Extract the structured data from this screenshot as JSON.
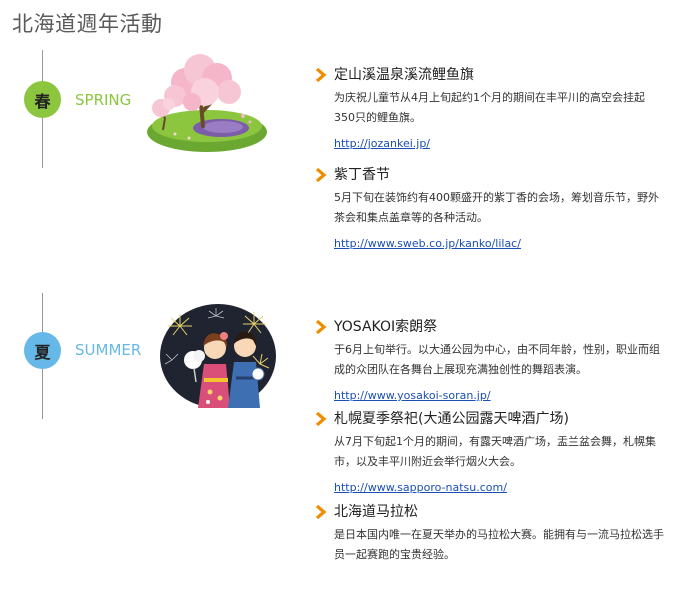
{
  "page": {
    "title": "北海道週年活動"
  },
  "spring": {
    "badge": "春",
    "label": "SPRING",
    "color": "#8cc63f",
    "illustration": "cherry-blossom-tree-illustration",
    "events": [
      {
        "title": "定山溪温泉溪流鲤鱼旗",
        "desc": "为庆祝儿童节从4月上旬起约1个月的期间在丰平川的高空会挂起350只的鲤鱼旗。",
        "link": "http://jozankei.jp/"
      },
      {
        "title": "紫丁香节",
        "desc": "5月下旬在装饰约有400颗盛开的紫丁香的会场，筹划音乐节，野外茶会和集点盖章等的各种活动。",
        "link": "http://www.sweb.co.jp/kanko/lilac/"
      }
    ]
  },
  "summer": {
    "badge": "夏",
    "label": "SUMMER",
    "color": "#66b8e8",
    "illustration": "yukata-couple-fireworks-illustration",
    "events": [
      {
        "title": "YOSAKOI索朗祭",
        "desc": "于6月上旬举行。以大通公园为中心，由不同年龄，性别，职业而组成的众团队在各舞台上展现充满独创性的舞蹈表演。",
        "link": "http://www.yosakoi-soran.jp/"
      },
      {
        "title": "札幌夏季祭祀(大通公园露天啤酒广场)",
        "desc": "从7月下旬起1个月的期间，有露天啤酒广场，盂兰盆会舞，札幌集市，以及丰平川附近会举行烟火大会。",
        "link": "http://www.sapporo-natsu.com/"
      },
      {
        "title": "北海道马拉松",
        "desc": "是日本国内唯一在夏天举办的马拉松大赛。能拥有与一流马拉松选手员一起赛跑的宝贵经验。"
      }
    ]
  },
  "colors": {
    "chevron": "#f08c00",
    "link": "#1a4fb3",
    "title": "#5a5a5a"
  }
}
